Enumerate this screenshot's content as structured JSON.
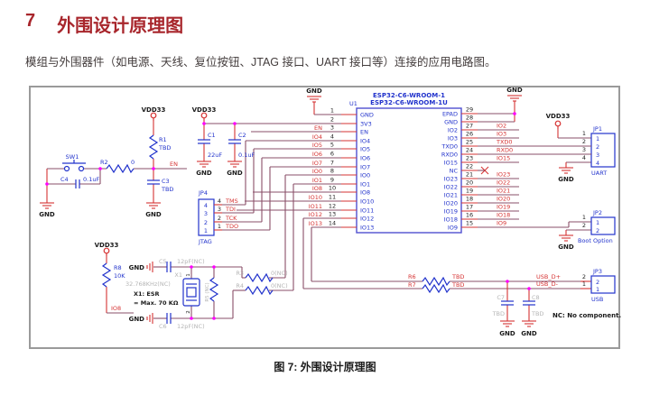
{
  "page": {
    "section_number": "7",
    "section_title": "外围设计原理图",
    "intro_text": "模组与外围器件（如电源、天线、复位按钮、JTAG 接口、UART 接口等）连接的应用电路图。",
    "figure_caption": "图 7: 外围设计原理图"
  },
  "colors": {
    "heading_red": "#a8262c",
    "wire_maroon": "#8a4f68",
    "symbol_red": "#d63333",
    "component_blue": "#2233cc",
    "nc_gray": "#b5b5b5",
    "junction_magenta": "#ff00ff",
    "frame_gray": "#9a9a9a"
  },
  "schematic": {
    "power": {
      "vdd": "VDD33",
      "gnd": "GND"
    },
    "chip": {
      "refdes": "U1",
      "part1": "ESP32-C6-WROOM-1",
      "part2": "ESP32-C6-WROOM-1U",
      "left_pins": [
        {
          "num": "1",
          "name": "GND"
        },
        {
          "num": "2",
          "name": "3V3"
        },
        {
          "num": "3",
          "name": "EN",
          "net": "EN"
        },
        {
          "num": "4",
          "name": "IO4",
          "net": "IO4"
        },
        {
          "num": "5",
          "name": "IO5",
          "net": "IO5"
        },
        {
          "num": "6",
          "name": "IO6",
          "net": "IO6"
        },
        {
          "num": "7",
          "name": "IO7",
          "net": "IO7"
        },
        {
          "num": "8",
          "name": "IO0",
          "net": "IO0"
        },
        {
          "num": "9",
          "name": "IO1",
          "net": "IO1"
        },
        {
          "num": "10",
          "name": "IO8",
          "net": "IO8"
        },
        {
          "num": "11",
          "name": "IO10",
          "net": "IO10"
        },
        {
          "num": "12",
          "name": "IO11",
          "net": "IO11"
        },
        {
          "num": "13",
          "name": "IO12",
          "net": "IO12"
        },
        {
          "num": "14",
          "name": "IO13",
          "net": "IO13"
        }
      ],
      "right_pins": [
        {
          "num": "29",
          "name": "EPAD"
        },
        {
          "num": "28",
          "name": "GND"
        },
        {
          "num": "27",
          "name": "IO2",
          "net": "IO2"
        },
        {
          "num": "26",
          "name": "IO3",
          "net": "IO3"
        },
        {
          "num": "25",
          "name": "TXD0",
          "net": "TXD0"
        },
        {
          "num": "24",
          "name": "RXD0",
          "net": "RXD0"
        },
        {
          "num": "23",
          "name": "IO15",
          "net": "IO15"
        },
        {
          "num": "22",
          "name": "NC"
        },
        {
          "num": "21",
          "name": "IO23",
          "net": "IO23"
        },
        {
          "num": "20",
          "name": "IO22",
          "net": "IO22"
        },
        {
          "num": "19",
          "name": "IO21",
          "net": "IO21"
        },
        {
          "num": "18",
          "name": "IO20",
          "net": "IO20"
        },
        {
          "num": "17",
          "name": "IO19",
          "net": "IO19"
        },
        {
          "num": "16",
          "name": "IO18",
          "net": "IO18"
        },
        {
          "num": "15",
          "name": "IO9",
          "net": "IO9"
        }
      ]
    },
    "reset_circuit": {
      "sw": "SW1",
      "r2": "R2",
      "r2_val": "0",
      "c4": "C4",
      "c4_val": "0.1uF",
      "r1": "R1",
      "r1_val": "TBD",
      "c3": "C3",
      "c3_val": "TBD",
      "net": "EN"
    },
    "decoupling": {
      "c1": "C1",
      "c1_val": "22uF",
      "c2": "C2",
      "c2_val": "0.1uF"
    },
    "jtag": {
      "refdes": "JP4",
      "label": "JTAG",
      "pins": [
        "4",
        "3",
        "2",
        "1"
      ],
      "nets": [
        "TMS",
        "TDI",
        "TCK",
        "TDO"
      ]
    },
    "uart": {
      "refdes": "JP1",
      "label": "UART",
      "pins": [
        "1",
        "2",
        "3",
        "4"
      ]
    },
    "boot": {
      "refdes": "JP2",
      "label": "Boot Option",
      "pins": [
        "1",
        "2"
      ]
    },
    "usb": {
      "refdes": "JP3",
      "label": "USB",
      "pins": [
        "2",
        "1"
      ],
      "r6": "R6",
      "r6_val": "TBD",
      "r7": "R7",
      "r7_val": "TBD",
      "net_dp": "USB_D+",
      "net_dm": "USB_D-",
      "c7": "C7",
      "c7_val": "TBD",
      "c8": "C8",
      "c8_val": "TBD"
    },
    "pullup": {
      "r8": "R8",
      "r8_val": "10K",
      "net": "IO8"
    },
    "crystal": {
      "x1": "X1",
      "freq": "32.768KHz(NC)",
      "c5": "C5",
      "c5_val": "12pF(NC)",
      "c6": "C6",
      "c6_val": "12pF(NC)",
      "r3": "R3",
      "r3_val": "0(NC)",
      "r4": "R4",
      "r4_val": "0(NC)",
      "r5": "R5 (NC)",
      "esr1": "X1: ESR",
      "esr2": "= Max. 70 KΩ",
      "pin1": "1",
      "pin2": "2"
    },
    "note": "NC: No component."
  }
}
